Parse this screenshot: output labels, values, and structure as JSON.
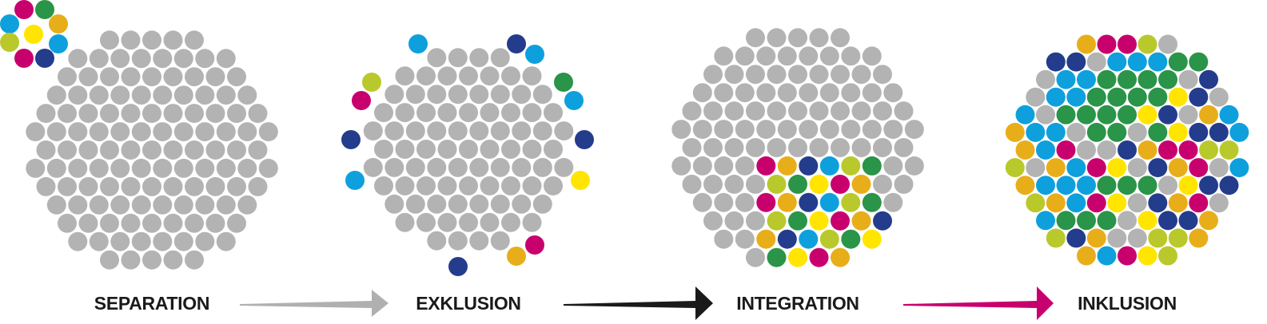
{
  "stages": [
    {
      "label": "SEPARATION"
    },
    {
      "label": "EXKLUSION"
    },
    {
      "label": "INTEGRATION"
    },
    {
      "label": "INKLUSION"
    }
  ],
  "arrows": [
    {
      "color": "#b0b0b0"
    },
    {
      "color": "#1a1a1a"
    },
    {
      "color": "#c8006e"
    }
  ],
  "colors": {
    "majority": "#b3b3b3",
    "palette": [
      "#c8006e",
      "#2a9448",
      "#0ea0dd",
      "#e8ae1a",
      "#ffe500",
      "#b9c92c",
      "#243c8c"
    ]
  }
}
